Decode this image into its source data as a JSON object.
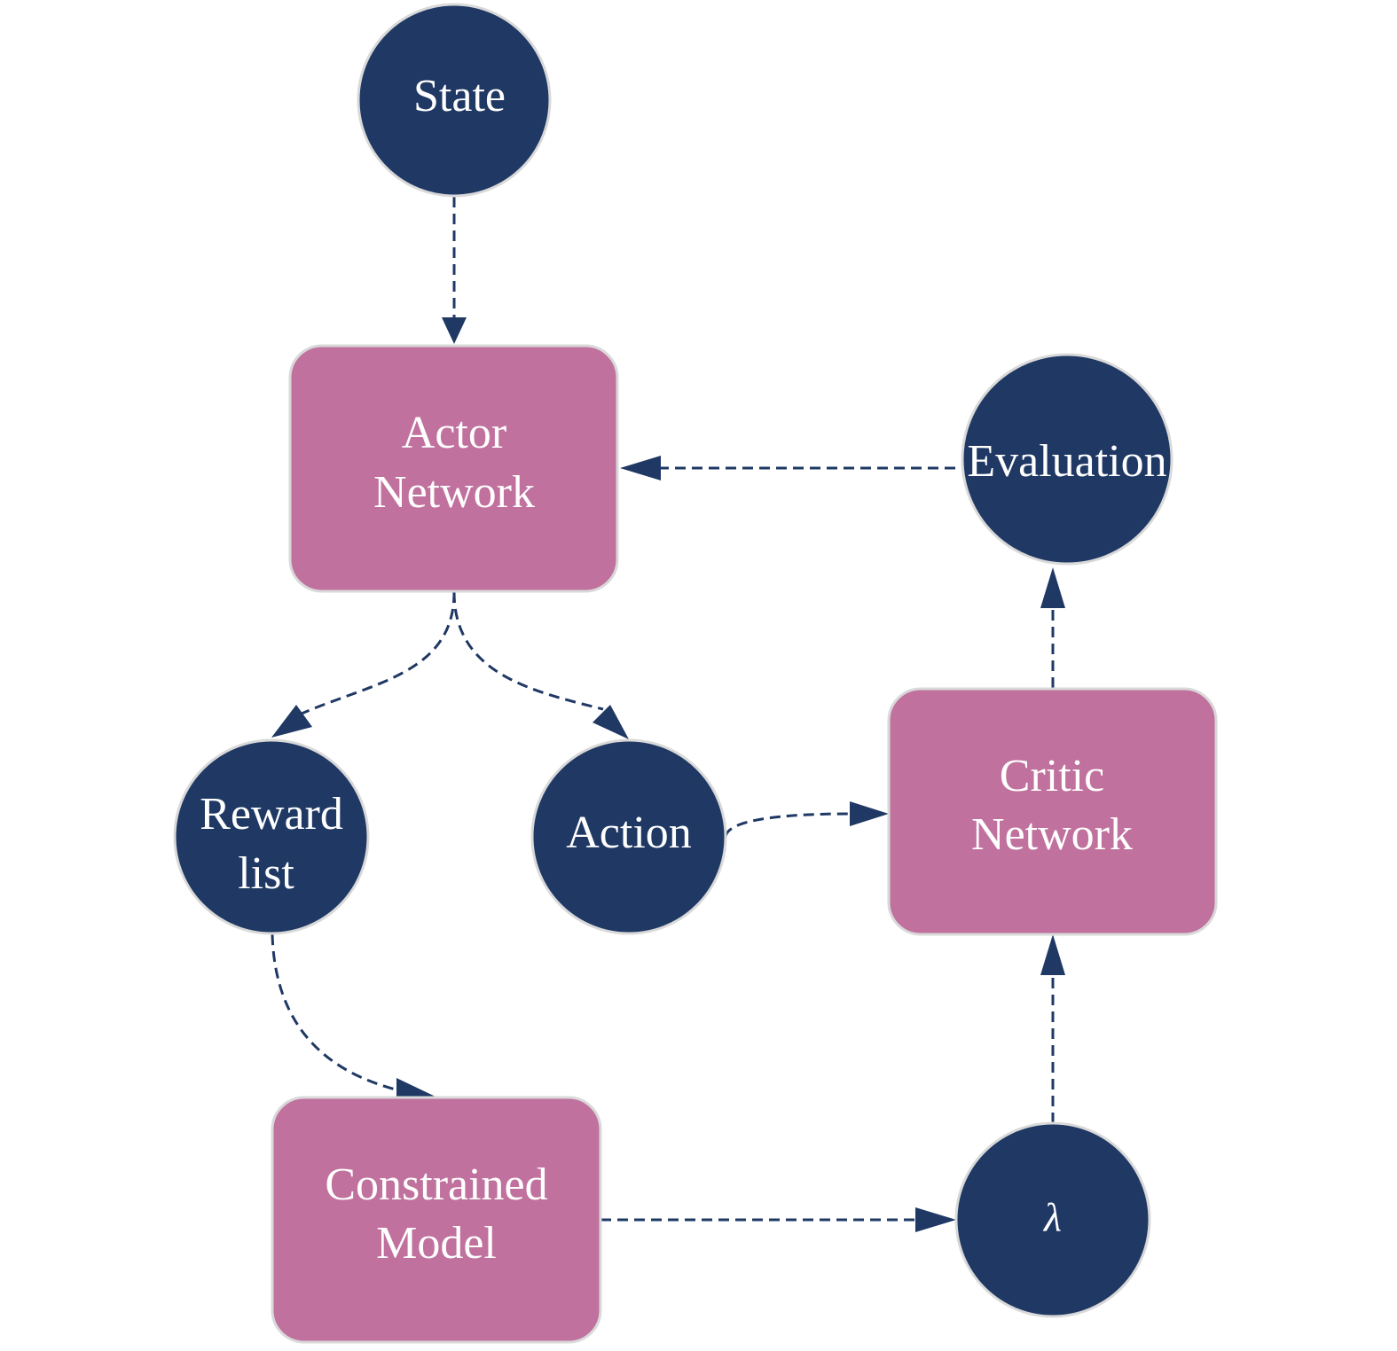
{
  "diagram": {
    "colors": {
      "circle_fill": "#1F3864",
      "box_fill": "#C0719D",
      "border": "#D9D9D9",
      "edge": "#1F3864",
      "text": "#FFFFFF"
    },
    "nodes": [
      {
        "id": "state",
        "shape": "circle",
        "lines": [
          "State"
        ]
      },
      {
        "id": "actor",
        "shape": "box",
        "lines": [
          "Actor",
          "Network"
        ]
      },
      {
        "id": "evaluation",
        "shape": "circle",
        "lines": [
          "Evaluation"
        ]
      },
      {
        "id": "reward",
        "shape": "circle",
        "lines": [
          "Reward",
          "list"
        ]
      },
      {
        "id": "action",
        "shape": "circle",
        "lines": [
          "Action"
        ]
      },
      {
        "id": "critic",
        "shape": "box",
        "lines": [
          "Critic",
          "Network"
        ]
      },
      {
        "id": "constrained",
        "shape": "box",
        "lines": [
          "Constrained",
          "Model"
        ]
      },
      {
        "id": "lambda",
        "shape": "circle",
        "lines": [
          "λ"
        ]
      }
    ],
    "edges": [
      {
        "from": "state",
        "to": "actor",
        "style": "dashed"
      },
      {
        "from": "evaluation",
        "to": "actor",
        "style": "dashed"
      },
      {
        "from": "actor",
        "to": "reward",
        "style": "dashed"
      },
      {
        "from": "actor",
        "to": "action",
        "style": "dashed"
      },
      {
        "from": "action",
        "to": "critic",
        "style": "dashed"
      },
      {
        "from": "critic",
        "to": "evaluation",
        "style": "dashed"
      },
      {
        "from": "reward",
        "to": "constrained",
        "style": "dashed"
      },
      {
        "from": "constrained",
        "to": "lambda",
        "style": "dashed"
      },
      {
        "from": "lambda",
        "to": "critic",
        "style": "dashed"
      }
    ]
  }
}
